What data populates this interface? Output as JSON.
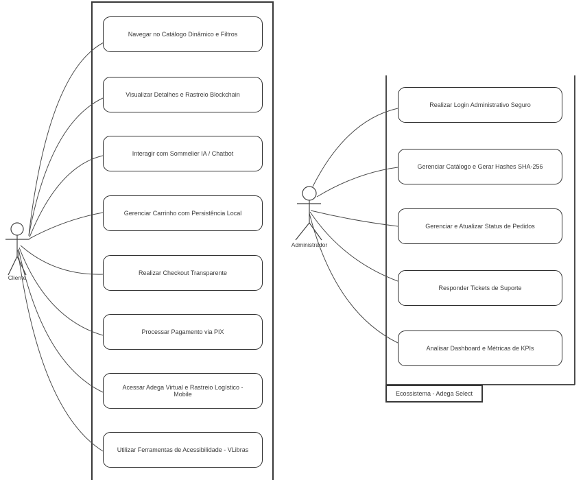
{
  "diagram": {
    "type": "uml-use-case",
    "colors": {
      "stroke": "#2e2e2e",
      "line": "#4a4a4a",
      "text": "#3a3a3a",
      "background": "#ffffff"
    },
    "left": {
      "actor": "Cliente",
      "usecases": [
        "Navegar no Catálogo Dinâmico e Filtros",
        "Visualizar Detalhes e Rastreio Blockchain",
        "Interagir com Sommelier IA / Chatbot",
        "Gerenciar Carrinho com Persistência Local",
        "Realizar Checkout Transparente",
        "Processar Pagamento via PIX",
        "Acessar Adega Virtual e Rastreio Logístico - Mobile",
        "Utilizar Ferramentas de Acessibilidade - VLibras"
      ]
    },
    "right": {
      "actor": "Administrador",
      "system_label": "Ecossistema - Adega Select",
      "usecases": [
        "Realizar Login Administrativo Seguro",
        "Gerenciar Catálogo e Gerar Hashes SHA-256",
        "Gerenciar e Atualizar Status de Pedidos",
        "Responder Tickets de Suporte",
        "Analisar Dashboard e Métricas de KPIs"
      ]
    }
  }
}
